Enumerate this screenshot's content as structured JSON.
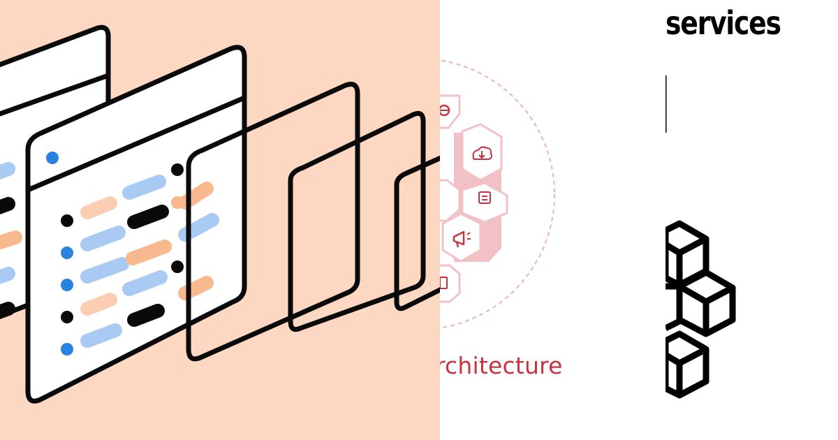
{
  "colors": {
    "peach_background": "#fcd7c2",
    "stroke_dark": "#0a0a0a",
    "pill_blue": "#a9cbf3",
    "pill_orange": "#f9b98f",
    "pill_peach": "#fbcdb3",
    "dot_blue": "#2a82e0",
    "accent_red": "#c8323f",
    "hex_fill_light": "#f2c1c6",
    "dashed_circle": "#eab2b8",
    "services_text": "#000000"
  },
  "panels": {
    "layers": {
      "icon": "stacked-windows-illustration"
    },
    "hex": {
      "caption": "rchitecture",
      "icons": [
        "globe-icon",
        "cloud-download-icon",
        "document-icon",
        "megaphone-icon",
        "file-icon"
      ]
    },
    "services": {
      "title": "services",
      "icon": "stacked-cubes-icon"
    }
  }
}
